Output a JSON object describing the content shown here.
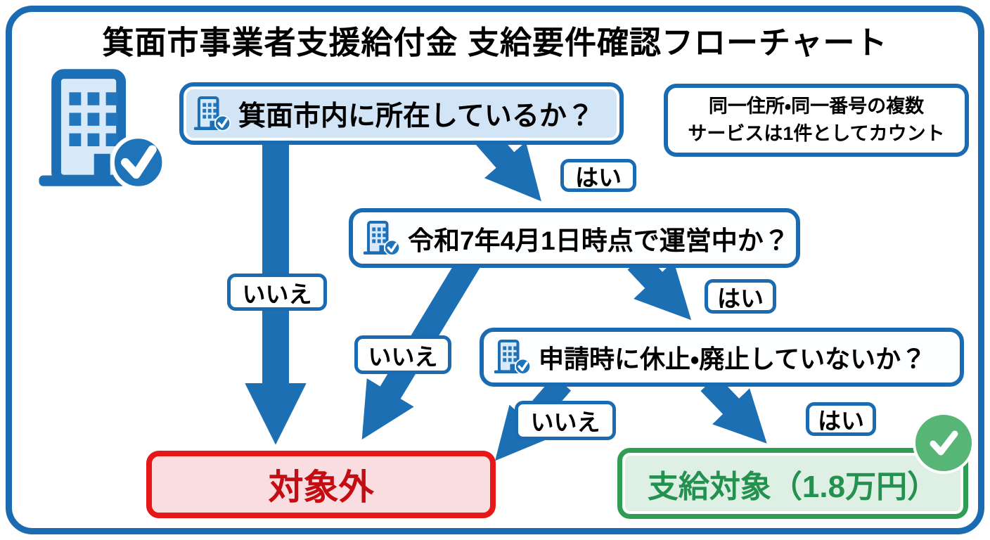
{
  "title": "箕面市事業者支援給付金 支給要件確認フローチャート",
  "note": {
    "line1": "同一住所・同一番号の複数",
    "line2": "サービスは1件としてカウント"
  },
  "questions": {
    "q1": "箕面市内に所在しているか？",
    "q2": "令和7年4月1日時点で運営中か？",
    "q3": "申請時に休止・廃止していないか？"
  },
  "answers": {
    "yes": "はい",
    "no": "いいえ"
  },
  "results": {
    "excluded": "対象外",
    "eligible": "支給対象（1.8万円）"
  },
  "icons": {
    "building": "building-with-check-icon",
    "green_check": "green-check-icon"
  },
  "colors": {
    "frame_blue": "#1a6bb2",
    "arrow_blue": "#1d6fb4",
    "q1_fill": "#d2e5f6",
    "red_border": "#e81717",
    "red_fill": "#fadde0",
    "red_text": "#c40d12",
    "green_border": "#2f9e54",
    "green_fill": "#def0e3",
    "green_text": "#259150",
    "check_circle_green": "#57b576"
  }
}
